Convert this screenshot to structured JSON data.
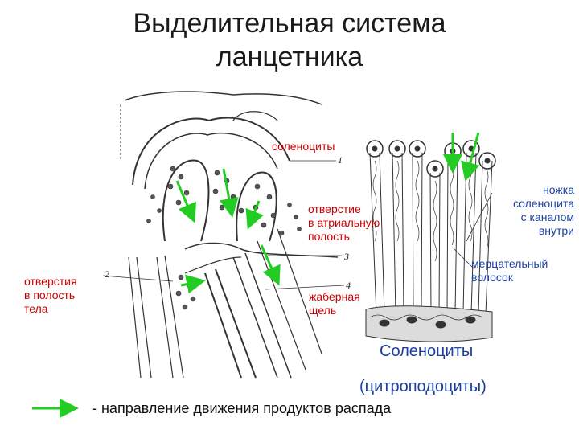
{
  "title": {
    "line1": "Выделительная система",
    "line2": "ланцетника"
  },
  "labels": {
    "solenocytes_top": "соленоциты",
    "atrial_opening": "отверстие\nв атриальную\nполость",
    "body_cavity_openings": "отверстия\nв полость\nтела",
    "gill_slit": "жаберная\nщель",
    "stalk": "ножка\nсоленоцита\nс каналом\nвнутри",
    "cilium": "мерцательный\nволосок"
  },
  "numbers": {
    "n1": "1",
    "n2": "2",
    "n3": "3",
    "n4": "4"
  },
  "captions": {
    "solenocytes": "Соленоциты",
    "cyrtopodocytes": "(цитроподоциты)"
  },
  "legend": {
    "text": "- направление движения продуктов распада",
    "arrow_icon": "green-arrow-icon"
  },
  "colors": {
    "arrow": "#22cc22",
    "label_red": "#cc0000",
    "label_blue": "#1a3fa0",
    "ink": "#333333"
  }
}
